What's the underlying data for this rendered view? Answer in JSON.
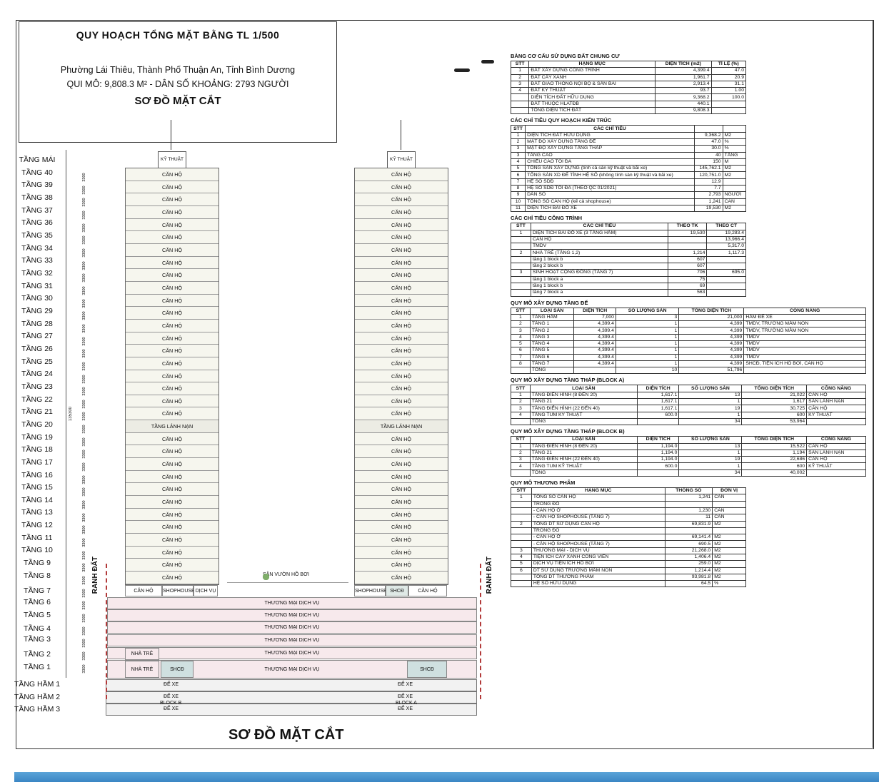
{
  "title": {
    "main": "QUY HOẠCH TỔNG MẶT BẰNG TL 1/500",
    "ward": "Phường Lái Thiêu, Thành Phố Thuận An, Tỉnh Bình Dương",
    "scale": "QUI MÔ: 9,808.3 M² - DÂN SỐ KHOẢNG: 2793 NGƯỜI",
    "section": "SƠ ĐỒ MẶT CẮT"
  },
  "floors": [
    "TẦNG MÁI",
    "TẦNG 40",
    "TẦNG 39",
    "TẦNG 38",
    "TẦNG 37",
    "TẦNG 36",
    "TẦNG 35",
    "TẦNG 34",
    "TẦNG 33",
    "TẦNG 32",
    "TẦNG 31",
    "TẦNG 30",
    "TẦNG 29",
    "TẦNG 28",
    "TẦNG 27",
    "TẦNG 26",
    "TẦNG 25",
    "TẦNG 24",
    "TẦNG 23",
    "TẦNG 22",
    "TẦNG 21",
    "TẦNG 20",
    "TẦNG 19",
    "TẦNG 18",
    "TẦNG 17",
    "TẦNG 16",
    "TẦNG 15",
    "TẦNG 14",
    "TẦNG 13",
    "TẦNG 12",
    "TẦNG 11",
    "TẦNG 10",
    "TẦNG 9",
    "TẦNG 8",
    "TẦNG 7",
    "TẦNG 6",
    "TẦNG 5",
    "TẦNG 4",
    "TẦNG 3",
    "TẦNG 2",
    "TẦNG 1",
    "TẦNG HẦM 1",
    "TẦNG HẦM 2",
    "TẦNG HẦM 3"
  ],
  "tower": {
    "tech": "KỸ THUẬT",
    "apt": "CĂN HỘ",
    "refuge": "TẦNG LÁNH NẠN",
    "dim": "3300",
    "total_height": "135300"
  },
  "podium": {
    "commerce": "THƯƠNG MẠI DỊCH VỤ",
    "nursery": "NHÀ TRẺ",
    "shcd": "SHCĐ",
    "apt": "CĂN HỘ",
    "shophouse": "SHOPHOUSE",
    "service": "DỊCH VỤ",
    "garden": "SÂN VƯỜN HỒ BƠI",
    "parking": "ĐỂ XE"
  },
  "ranh": "RANH ĐẤT",
  "blocks": {
    "b": "BLOCK B",
    "a": "BLOCK A"
  },
  "tables": {
    "t1": {
      "title": "BẢNG CƠ CẤU SỬ DỤNG ĐẤT CHUNG CƯ",
      "head": [
        "STT",
        "HẠNG MỤC",
        "DIỆN TÍCH (m2)",
        "TỈ LỆ (%)"
      ],
      "rows": [
        [
          "1",
          "ĐẤT XÂY DỰNG CÔNG TRÌNH",
          "4,399.4",
          "47.0"
        ],
        [
          "2",
          "ĐẤT CÂY XANH",
          "1,961.7",
          "20.9"
        ],
        [
          "3",
          "ĐẤT GIAO THÔNG NỘI BỘ & SÂN BÃI",
          "2,913.4",
          "31.1"
        ],
        [
          "4",
          "ĐẤT KỸ THUẬT",
          "93.7",
          "1.00"
        ],
        [
          "",
          "DIỆN TÍCH ĐẤT HỮU DỤNG",
          "9,368.2",
          "100.0"
        ],
        [
          "",
          "ĐẤT THUỘC HLATĐB",
          "440.1",
          ""
        ],
        [
          "",
          "TỔNG DIỆN TÍCH ĐẤT",
          "9,808.3",
          ""
        ]
      ]
    },
    "t2": {
      "title": "CÁC CHỈ TIÊU QUY HOẠCH KIẾN TRÚC",
      "head": [
        "STT",
        "CÁC CHỈ TIÊU",
        "",
        ""
      ],
      "rows": [
        [
          "1",
          "DIỆN TÍCH ĐẤT HỮU DỤNG",
          "9,368.2",
          "M2"
        ],
        [
          "2",
          "MẬT ĐỘ XÂY DỰNG TẦNG ĐẾ",
          "47.0",
          "%"
        ],
        [
          "3",
          "MẬT ĐỘ XÂY DỰNG TẦNG THÁP",
          "30.0",
          "%"
        ],
        [
          "3",
          "TẦNG CAO",
          "40",
          "TẦNG"
        ],
        [
          "4",
          "CHIỀU CAO TỐI ĐA",
          "150",
          "M"
        ],
        [
          "5",
          "TỔNG SÀN XÂY DỰNG (tính cả sàn kỹ thuật và bãi xe)",
          "145,762.1",
          "M2"
        ],
        [
          "6",
          "TỔNG SÀN XD ĐỂ TÍNH HỆ SỐ (không tính sàn kỹ thuật và bãi xe)",
          "120,751.0",
          "M2"
        ],
        [
          "7",
          "HỆ SỐ SDĐ",
          "12.9",
          ""
        ],
        [
          "8",
          "HỆ SỐ SDĐ TỐI ĐA (THEO QC 01/2021)",
          "7.7",
          ""
        ],
        [
          "9",
          "DÂN SỐ",
          "2,793",
          "NGƯỜI"
        ],
        [
          "10",
          "TỔNG SỐ CĂN HỘ (kể cả shophouse)",
          "1,241",
          "CĂN"
        ],
        [
          "11",
          "DIỆN TÍCH BÃI ĐỖ XE",
          "19,530",
          "M2"
        ]
      ]
    },
    "t3": {
      "title": "CÁC CHỈ TIÊU CÔNG TRÌNH",
      "head": [
        "STT",
        "CÁC CHỈ TIÊU",
        "THEO TK",
        "THEO CT"
      ],
      "rows": [
        [
          "1",
          "DIỆN TÍCH BÃI ĐỖ XE (3 TẦNG HẦM)",
          "19,530",
          "19,283.4"
        ],
        [
          "",
          "CĂN HỘ",
          "",
          "13,966.4"
        ],
        [
          "",
          "TMDV",
          "",
          "5,317.0"
        ],
        [
          "2",
          "NHÀ TRẺ (TẦNG 1,2)",
          "1,214",
          "1,117.3"
        ],
        [
          "",
          "tầng 1 block b",
          "607",
          ""
        ],
        [
          "",
          "tầng 2 block b",
          "607",
          ""
        ],
        [
          "3",
          "SINH HOẠT CỘNG ĐỒNG (TẦNG 7)",
          "706",
          "695.0"
        ],
        [
          "",
          "tầng 1 block a",
          "75",
          ""
        ],
        [
          "",
          "tầng 1 block b",
          "69",
          ""
        ],
        [
          "",
          "tầng 7 block a",
          "563",
          ""
        ]
      ]
    },
    "t4": {
      "title": "QUY MÔ XÂY DỰNG TẦNG ĐẾ",
      "head": [
        "STT",
        "LOẠI SÀN",
        "DIỆN TÍCH",
        "SỐ LƯỢNG SÀN",
        "TỔNG DIỆN TÍCH",
        "CÔNG NĂNG"
      ],
      "rows": [
        [
          "1",
          "TẦNG HẦM",
          "7,000",
          "3",
          "21,000",
          "HẦM ĐỂ XE"
        ],
        [
          "2",
          "TẦNG 1",
          "4,399.4",
          "1",
          "4,399",
          "TMDV, TRƯỜNG MẦM NON"
        ],
        [
          "3",
          "TẦNG 2",
          "4,399.4",
          "1",
          "4,399",
          "TMDV, TRƯỜNG MẦM NON"
        ],
        [
          "4",
          "TẦNG 3",
          "4,399.4",
          "1",
          "4,399",
          "TMDV"
        ],
        [
          "5",
          "TẦNG 4",
          "4,399.4",
          "1",
          "4,399",
          "TMDV"
        ],
        [
          "6",
          "TẦNG 5",
          "4,399.4",
          "1",
          "4,399",
          "TMDV"
        ],
        [
          "7",
          "TẦNG 6",
          "4,399.4",
          "1",
          "4,399",
          "TMDV"
        ],
        [
          "8",
          "TẦNG 7",
          "4,399.4",
          "1",
          "4,399",
          "SHCĐ, TIỆN ÍCH HỒ BƠI, CĂN HỘ"
        ],
        [
          "",
          "TỔNG",
          "",
          "10",
          "51,796",
          ""
        ]
      ]
    },
    "t5": {
      "title": "QUY MÔ XÂY DỰNG TẦNG THÁP (BLOCK A)",
      "head": [
        "STT",
        "LOẠI SÀN",
        "DIỆN TÍCH",
        "SỐ LƯỢNG SÀN",
        "TỔNG DIỆN TÍCH",
        "CÔNG NĂNG"
      ],
      "rows": [
        [
          "1",
          "TẦNG ĐIỂN HÌNH (8 ĐẾN 20)",
          "1,617.1",
          "13",
          "21,022",
          "CĂN HỘ"
        ],
        [
          "2",
          "TẦNG 21",
          "1,617.1",
          "1",
          "1,617",
          "SÀN LÁNH NẠN"
        ],
        [
          "3",
          "TẦNG ĐIỂN HÌNH (22 ĐẾN 40)",
          "1,617.1",
          "19",
          "30,725",
          "CĂN HỘ"
        ],
        [
          "4",
          "TẦNG TUM KỸ THUẬT",
          "600.0",
          "1",
          "600",
          "KỸ THUẬT"
        ],
        [
          "",
          "TỔNG",
          "",
          "34",
          "53,964",
          ""
        ]
      ]
    },
    "t6": {
      "title": "QUY MÔ XÂY DỰNG TẦNG THÁP (BLOCK B)",
      "head": [
        "STT",
        "LOẠI SÀN",
        "DIỆN TÍCH",
        "SỐ LƯỢNG SÀN",
        "TỔNG DIỆN TÍCH",
        "CÔNG NĂNG"
      ],
      "rows": [
        [
          "1",
          "TẦNG ĐIỂN HÌNH (8 ĐẾN 20)",
          "1,194.0",
          "13",
          "15,522",
          "CĂN HỘ"
        ],
        [
          "2",
          "TẦNG 21",
          "1,194.0",
          "1",
          "1,194",
          "SÀN LÁNH NẠN"
        ],
        [
          "3",
          "TẦNG ĐIỂN HÌNH (22 ĐẾN 40)",
          "1,194.0",
          "19",
          "22,686",
          "CĂN HỘ"
        ],
        [
          "4",
          "TẦNG TUM KỸ THUẬT",
          "600.0",
          "1",
          "600",
          "KỸ THUẬT"
        ],
        [
          "",
          "TỔNG",
          "",
          "34",
          "40,002",
          ""
        ]
      ]
    },
    "t7": {
      "title": "QUY MÔ THƯƠNG PHẨM",
      "head": [
        "STT",
        "HẠNG MỤC",
        "THÔNG SỐ",
        "ĐƠN VỊ"
      ],
      "rows": [
        [
          "1",
          "TỔNG SỐ CĂN HỘ",
          "1,241",
          "CĂN"
        ],
        [
          "",
          "TRONG ĐÓ",
          "",
          ""
        ],
        [
          "",
          "- CĂN HỘ Ở",
          "1,230",
          "CĂN"
        ],
        [
          "",
          "- CĂN HỘ SHOPHOUSE (TẦNG 7)",
          "11",
          "CĂN"
        ],
        [
          "2",
          "TỔNG DT SỬ DỤNG CĂN HỘ",
          "69,831.9",
          "M2"
        ],
        [
          "",
          "TRONG ĐÓ",
          "",
          ""
        ],
        [
          "",
          "- CĂN HỘ Ở",
          "69,141.4",
          "M2"
        ],
        [
          "",
          "- CĂN HỘ SHOPHOUSE (TẦNG 7)",
          "690.5",
          "M2"
        ],
        [
          "3",
          "THƯƠNG MẠI - DỊCH VỤ",
          "21,268.0",
          "M2"
        ],
        [
          "4",
          "TIỆN ÍCH CÂY XANH CÔNG VIÊN",
          "1,406.4",
          "M2"
        ],
        [
          "5",
          "DỊCH VỤ TIỆN ÍCH HỒ BƠI",
          "259.0",
          "M2"
        ],
        [
          "6",
          "DT SỬ DỤNG TRƯỜNG MẦM NON",
          "1,214.4",
          "M2"
        ],
        [
          "",
          "TỔNG DT THƯƠNG PHẨM",
          "93,981.8",
          "M2"
        ],
        [
          "",
          "HỆ SỐ HỮU DỤNG",
          "64.5",
          "%"
        ]
      ]
    }
  }
}
